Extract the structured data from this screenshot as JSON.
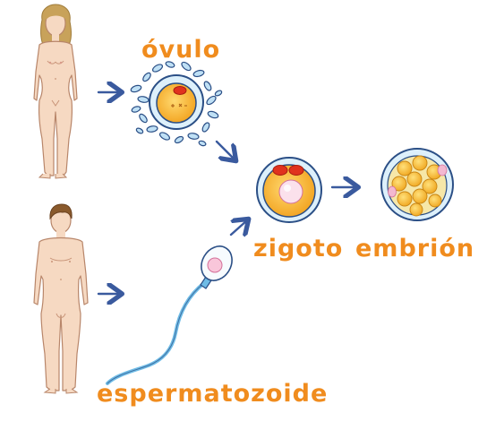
{
  "labels": {
    "ovulo": "óvulo",
    "zigoto": "zigoto",
    "embrion": "embrión",
    "espermatozoide": "espermatozoide"
  },
  "colors": {
    "label": "#F08C1E",
    "arrow": "#3A5A9E",
    "skin": "#F6D9C2",
    "skin_outline": "#B8866A",
    "female_hair": "#C8A25A",
    "male_hair": "#8A5A2C",
    "cell_outline": "#2B4F86",
    "cell_halo": "#BFE0F5",
    "cell_yolk": "#F5B530",
    "pronucleus": "#E0321E",
    "nucleus": "#F9D8E6",
    "sperm_body": "#6FBCE6"
  }
}
